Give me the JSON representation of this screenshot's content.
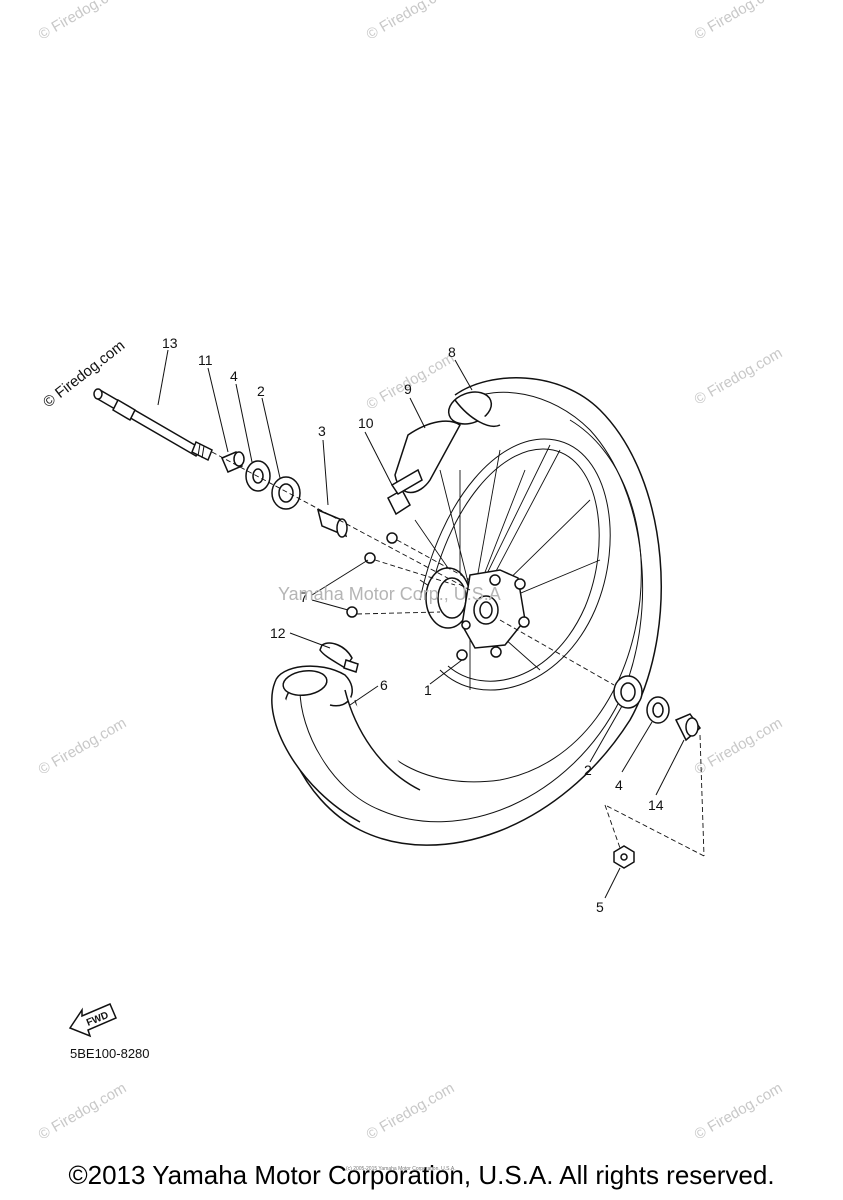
{
  "watermark": "© Firedog.com",
  "center_watermark": "Yamaha Motor Corp., U.S.A",
  "small_print": "(c) 2005-2015 Yamaha Motor Corporation, U.S.A.",
  "diagram_code": "5BE100-8280",
  "fwd_label": "FWD",
  "copyright": "©2013 Yamaha Motor Corporation, U.S.A. All rights reserved.",
  "callouts": [
    {
      "id": "c1",
      "text": "1"
    },
    {
      "id": "c2a",
      "text": "2"
    },
    {
      "id": "c2b",
      "text": "2"
    },
    {
      "id": "c3",
      "text": "3"
    },
    {
      "id": "c4a",
      "text": "4"
    },
    {
      "id": "c4b",
      "text": "4"
    },
    {
      "id": "c5",
      "text": "5"
    },
    {
      "id": "c6",
      "text": "6"
    },
    {
      "id": "c7",
      "text": "7"
    },
    {
      "id": "c8",
      "text": "8"
    },
    {
      "id": "c9",
      "text": "9"
    },
    {
      "id": "c10",
      "text": "10"
    },
    {
      "id": "c11",
      "text": "11"
    },
    {
      "id": "c12",
      "text": "12"
    },
    {
      "id": "c13",
      "text": "13"
    },
    {
      "id": "c14",
      "text": "14"
    }
  ],
  "colors": {
    "line": "#111111",
    "watermark": "#c8c8c8",
    "background": "#ffffff"
  }
}
